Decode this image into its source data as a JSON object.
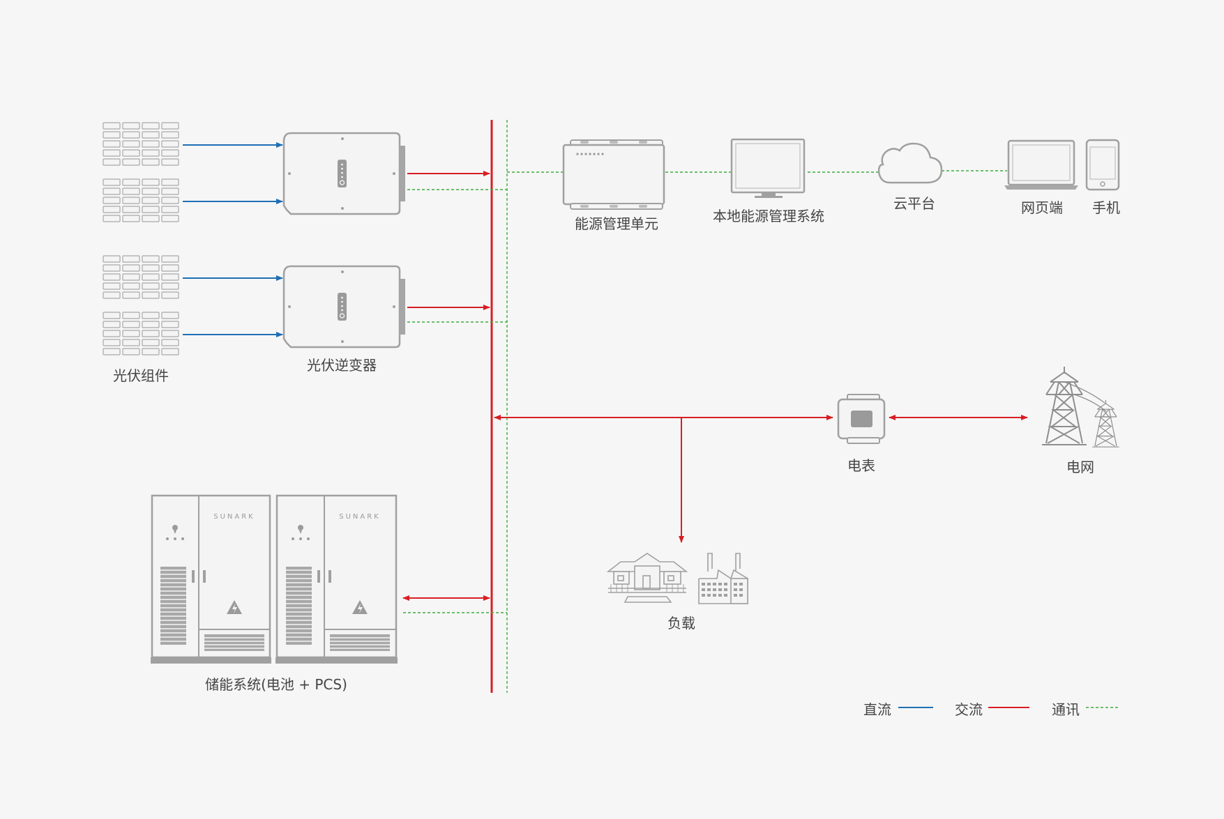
{
  "labels": {
    "pv_modules": "光伏组件",
    "pv_inverter": "光伏逆变器",
    "ems_unit": "能源管理单元",
    "local_ems": "本地能源管理系统",
    "cloud": "云平台",
    "web": "网页端",
    "mobile": "手机",
    "meter": "电表",
    "grid": "电网",
    "load": "负载",
    "storage": "储能系统(电池 + PCS)"
  },
  "brand": "SUNARK",
  "legend": {
    "dc": "直流",
    "ac": "交流",
    "comm": "通讯"
  },
  "colors": {
    "dc": "#1f6fb4",
    "ac": "#d81e24",
    "comm": "#3cab3c",
    "device": "#9c9c9c",
    "text": "#444444"
  },
  "icons": [
    "solar-panel-icon",
    "inverter-icon",
    "ems-unit-icon",
    "monitor-icon",
    "cloud-icon",
    "laptop-icon",
    "phone-icon",
    "meter-icon",
    "power-tower-icon",
    "house-icon",
    "factory-icon",
    "battery-cabinet-icon"
  ]
}
